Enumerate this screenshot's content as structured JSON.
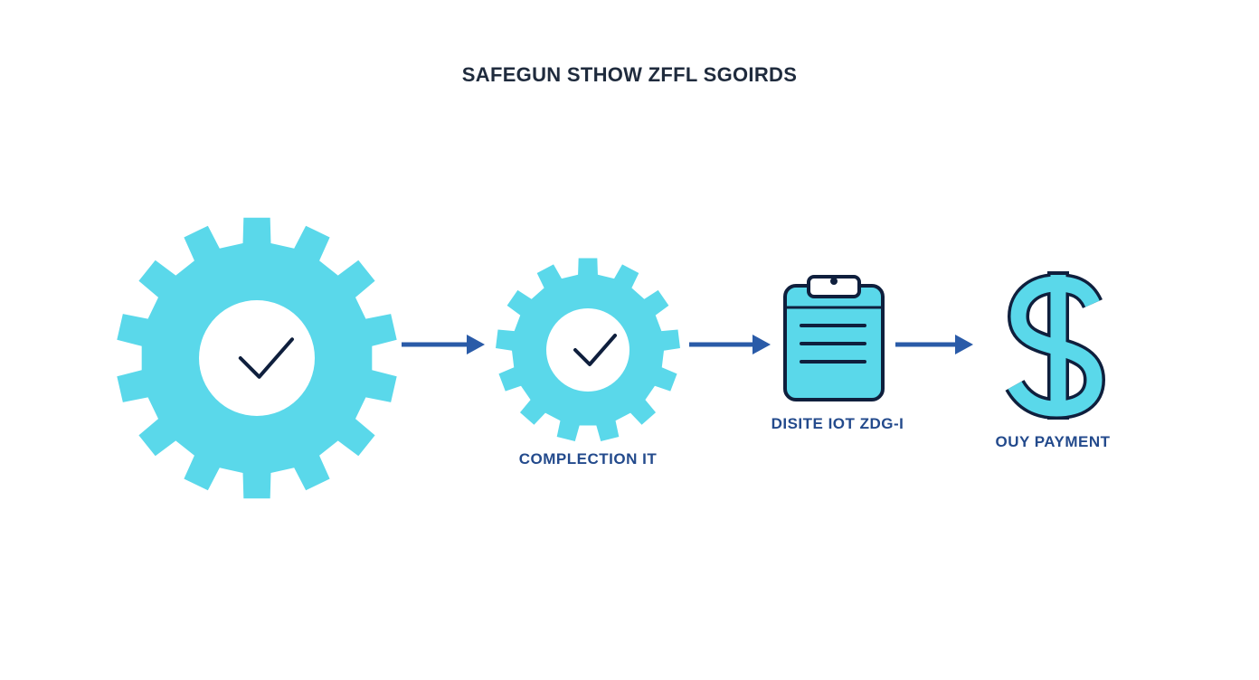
{
  "diagram": {
    "title": "SAFEGUN STHOW ZFFL SGOIRDS",
    "colors": {
      "fill": "#5ad8ea",
      "outline": "#0f1f3d",
      "arrow": "#2a5ba8",
      "label": "#234a8c"
    },
    "steps": [
      {
        "icon": "gear-check-icon",
        "label": ""
      },
      {
        "icon": "gear-check-icon",
        "label": "COMPLECTION IT"
      },
      {
        "icon": "clipboard-icon",
        "label": "DISITE IOT ZDG-I"
      },
      {
        "icon": "dollar-icon",
        "label": "OUY PAYMENT"
      }
    ]
  }
}
